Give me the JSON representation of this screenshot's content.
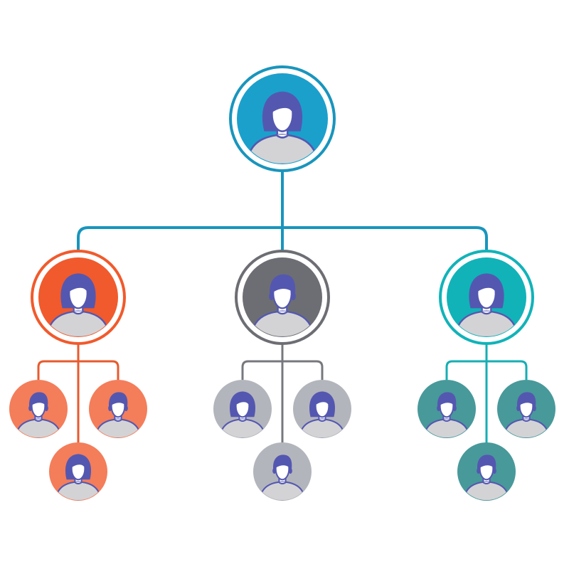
{
  "diagram": {
    "type": "org-chart",
    "colors": {
      "person": "#5457b0",
      "face": "#ffffff",
      "shirt": "#d3d3d6",
      "outline": "#5457b0"
    },
    "root": {
      "color": "#1ba0cc",
      "line_color": "#1995bd",
      "icon": "person-female-icon"
    },
    "branches": [
      {
        "name": "left",
        "color": "#f15a2c",
        "child_color": "#f47d5a",
        "line_color": "#e85a2c",
        "icon": "person-female-icon",
        "children": [
          {
            "icon": "person-male-icon"
          },
          {
            "icon": "person-male-icon"
          },
          {
            "icon": "person-female-icon"
          }
        ]
      },
      {
        "name": "center",
        "color": "#6d6e73",
        "child_color": "#b3b5bc",
        "line_color": "#77787d",
        "icon": "person-male-icon",
        "children": [
          {
            "icon": "person-female-icon"
          },
          {
            "icon": "person-female-icon"
          },
          {
            "icon": "person-male-icon"
          }
        ]
      },
      {
        "name": "right",
        "color": "#11b3b8",
        "child_color": "#48999a",
        "line_color": "#16aeb3",
        "icon": "person-female-icon",
        "children": [
          {
            "icon": "person-male-icon"
          },
          {
            "icon": "person-male-icon"
          },
          {
            "icon": "person-male-icon"
          }
        ]
      }
    ]
  }
}
